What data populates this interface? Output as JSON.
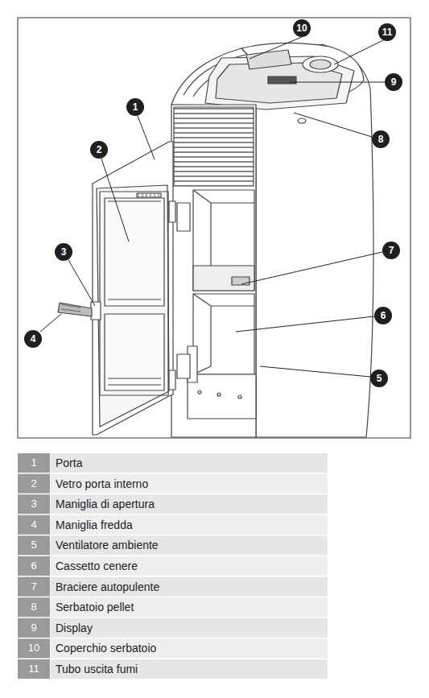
{
  "diagram": {
    "labels": [
      "1",
      "2",
      "3",
      "4",
      "5",
      "6",
      "7",
      "8",
      "9",
      "10",
      "11",
      "1",
      "Porta",
      "2",
      "Vetro porta interno",
      "3",
      "Maniglia di apertura",
      "4",
      "Maniglia fredda",
      "5",
      "Ventilatore ambiente",
      "6",
      "Cassetto cenere",
      "7",
      "Braciere autopulente",
      "8",
      "Serbatoio pellet",
      "9",
      "Display",
      "10",
      "Coperchio serbatoio",
      "11",
      "Tubo uscita fumi"
    ]
  }
}
